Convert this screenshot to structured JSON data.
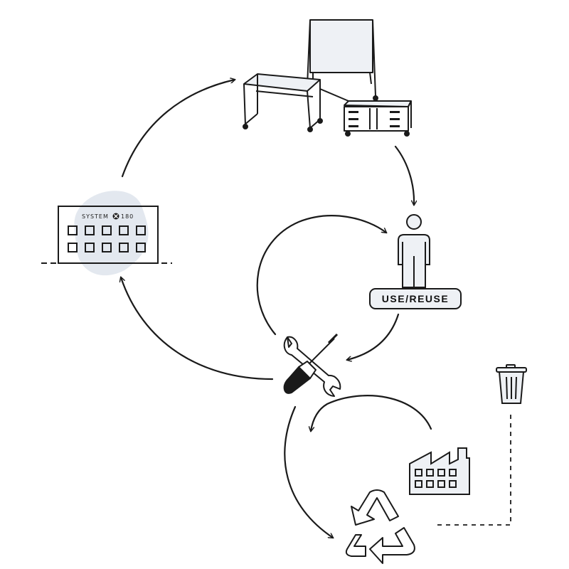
{
  "diagram": {
    "factory_brand": {
      "left": "SYSTEM",
      "right": "180"
    },
    "use_reuse_label": "USE/REUSE",
    "icons": [
      "factory-building-icon",
      "office-furniture-icon",
      "person-icon",
      "repair-tools-icon",
      "manufacturing-plant-icon",
      "recycle-icon",
      "trash-can-icon"
    ],
    "colors": {
      "ink": "#1a1a1a",
      "fill_light": "#eef1f5",
      "blob": "#e3e8ef",
      "badge_fill": "#eef1f5"
    }
  }
}
